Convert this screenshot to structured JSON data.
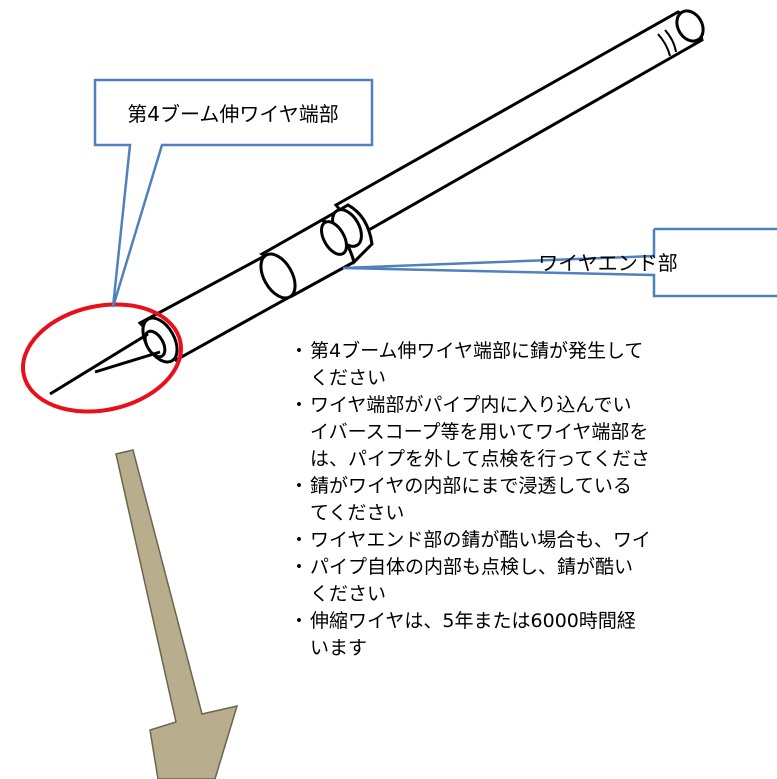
{
  "callouts": {
    "boom_wire_end": "第4ブーム伸ワイヤ端部",
    "wire_end": "ワイヤエンド部"
  },
  "colors": {
    "callout_border": "#4f81bd",
    "highlight_circle": "#e8101b",
    "arrow_fill": "#b8ad8c",
    "arrow_stroke": "#6b6450"
  },
  "notes": {
    "bullet": "・",
    "items": [
      {
        "lines": [
          "第4ブーム伸ワイヤ端部に錆が発生して",
          "ください"
        ]
      },
      {
        "lines": [
          "ワイヤ端部がパイプ内に入り込んでい",
          "イバースコープ等を用いてワイヤ端部を",
          "は、パイプを外して点検を行ってくださ"
        ]
      },
      {
        "lines": [
          "錆がワイヤの内部にまで浸透している",
          "てください"
        ]
      },
      {
        "lines": [
          "ワイヤエンド部の錆が酷い場合も、ワイ"
        ]
      },
      {
        "lines": [
          "パイプ自体の内部も点検し、錆が酷い",
          "ください"
        ]
      },
      {
        "lines": [
          "伸縮ワイヤは、5年または6000時間経",
          "います"
        ]
      }
    ]
  }
}
